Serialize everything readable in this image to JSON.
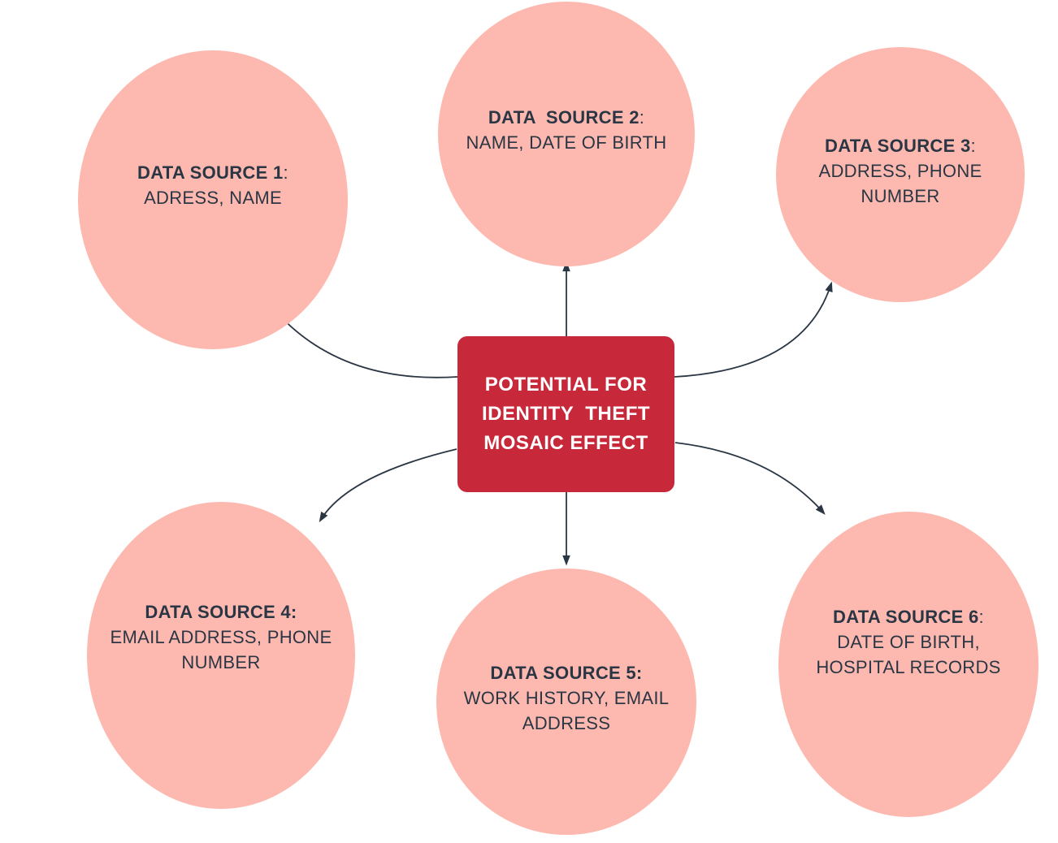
{
  "diagram": {
    "title": "Potential for Identity Theft Mosaic Effect",
    "colors": {
      "node_fill": "#FDB9AF",
      "center_fill": "#C8293A",
      "center_text": "#FFFFFF",
      "text": "#2B3644",
      "arrow": "#2B3644",
      "background": "#FFFFFF"
    },
    "center": {
      "lines": [
        "POTENTIAL FOR",
        "IDENTITY  THEFT",
        "MOSAIC EFFECT"
      ]
    },
    "nodes": [
      {
        "id": 1,
        "title_bold": "DATA SOURCE 1",
        "title_rest": ":",
        "subtitle": "ADRESS, NAME"
      },
      {
        "id": 2,
        "title_bold": "DATA  SOURCE 2",
        "title_rest": ":",
        "subtitle": "NAME, DATE OF BIRTH"
      },
      {
        "id": 3,
        "title_bold": "DATA SOURCE 3",
        "title_rest": ":",
        "subtitle": "ADDRESS, PHONE NUMBER"
      },
      {
        "id": 4,
        "title_bold": "DATA SOURCE 4:",
        "title_rest": "",
        "subtitle": "EMAIL ADDRESS, PHONE NUMBER"
      },
      {
        "id": 5,
        "title_bold": "DATA SOURCE 5:",
        "title_rest": "",
        "subtitle": "WORK HISTORY, EMAIL ADDRESS"
      },
      {
        "id": 6,
        "title_bold": "DATA SOURCE 6",
        "title_rest": ":",
        "subtitle": "DATE OF BIRTH, HOSPITAL RECORDS"
      }
    ]
  }
}
